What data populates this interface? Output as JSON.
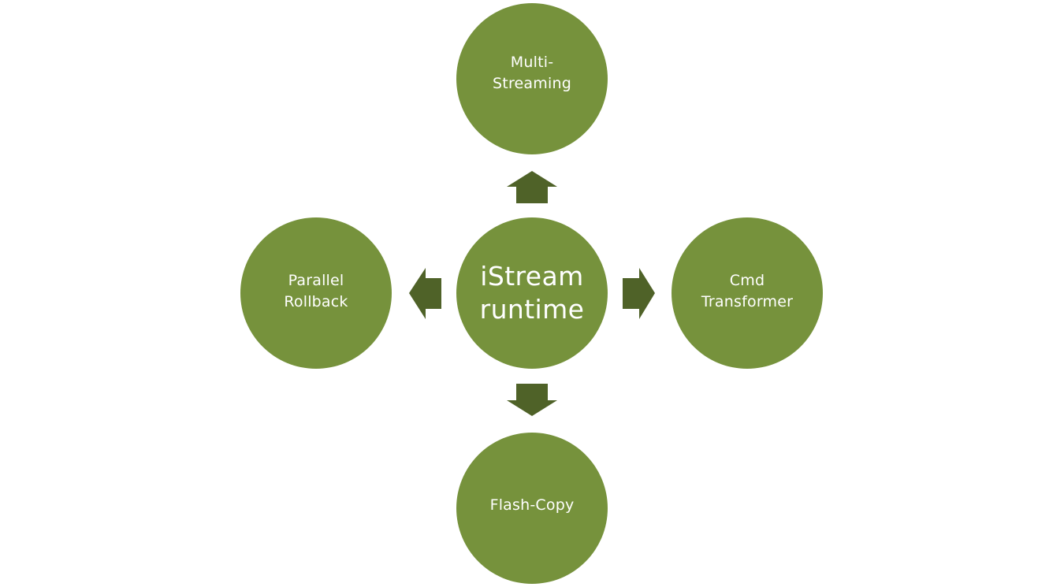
{
  "diagram": {
    "type": "radial",
    "center": {
      "label": "iStream\nruntime"
    },
    "nodes": [
      {
        "id": "top",
        "label": "Multi-\nStreaming",
        "direction": "up"
      },
      {
        "id": "left",
        "label": "Parallel\nRollback",
        "direction": "left"
      },
      {
        "id": "right",
        "label": "Cmd\nTransformer",
        "direction": "right"
      },
      {
        "id": "bottom",
        "label": "Flash-Copy",
        "direction": "down"
      }
    ],
    "colors": {
      "node_fill": "#76923c",
      "arrow_fill": "#4f6228",
      "text": "#ffffff",
      "background": "#ffffff"
    }
  }
}
